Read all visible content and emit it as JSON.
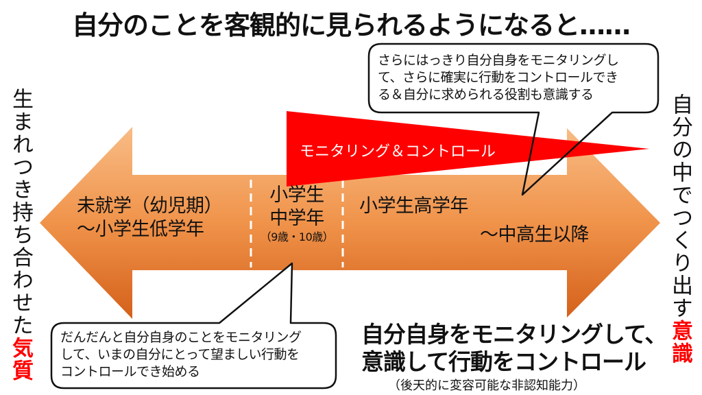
{
  "title": "自分のことを客観的に見られるようになると……",
  "left_label": {
    "prefix": "生まれつき持ち合わせた",
    "emphasis": "気質"
  },
  "right_label": {
    "prefix": "自分の中でつくり出す",
    "emphasis": "意識"
  },
  "arrow": {
    "colors": {
      "top": "#F7B47A",
      "bottom": "#D8661C"
    },
    "stages": [
      {
        "lines": [
          "未就学（幼児期）",
          "～小学生低学年"
        ]
      },
      {
        "lines": [
          "小学生",
          "中学年"
        ],
        "sub": "（9歳・10歳）"
      },
      {
        "lines": [
          "小学生高学年",
          "～中高生以降"
        ]
      }
    ]
  },
  "flag": {
    "label": "モニタリング＆コントロール",
    "color": "#FF0000"
  },
  "callout_top": {
    "lines": [
      "さらにはっきり自分自身をモニタリングし",
      "て、さらに確実に行動をコントロールでき",
      "る＆自分に求められる役割も意識する"
    ]
  },
  "callout_bottom": {
    "lines": [
      "だんだんと自分自身のことをモニタリング",
      "して、いまの自分にとって望ましい行動を",
      "コントロールでき始める"
    ]
  },
  "summary": {
    "lines": [
      "自分自身をモニタリングして、",
      "意識して行動をコントロール"
    ],
    "note": "（後天的に変容可能な非認知能力）"
  }
}
